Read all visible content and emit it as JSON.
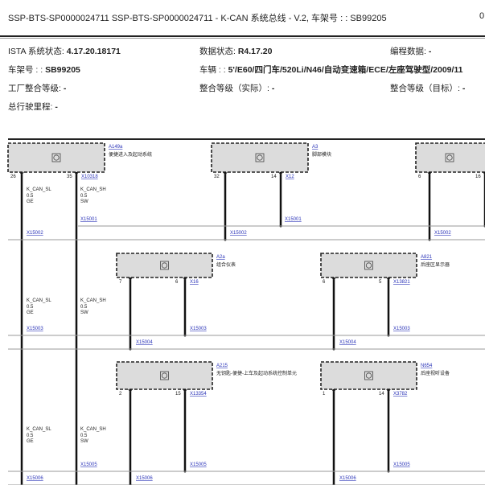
{
  "header": {
    "title": "SSP-BTS-SP0000024711 SSP-BTS-SP0000024711 - K-CAN 系统总线 - V.2, 车架号 : : SB99205",
    "page_number": "0"
  },
  "info": {
    "ista_label": "ISTA 系统状态: ",
    "ista_value": "4.17.20.18171",
    "data_label": "数据状态: ",
    "data_value": "R4.17.20",
    "prog_label": "编程数据: ",
    "prog_value": "-",
    "vin_label": "车架号 : : ",
    "vin_value": "SB99205",
    "vehicle_label": "车辆 : : ",
    "vehicle_value": "5'/E60/四门车/520Li/N46/自动变速箱/ECE/左座驾驶型/2009/11",
    "factory_label": "工厂整合等级: ",
    "factory_value": "-",
    "actual_label": "整合等级（实际）: ",
    "actual_value": "-",
    "target_label": "整合等级（目标）: ",
    "target_value": "-",
    "mileage_label": "总行驶里程: ",
    "mileage_value": "-"
  },
  "modules": [
    {
      "id": "A149a",
      "name": "便捷进入及起动系统",
      "pin_sl": "26",
      "pin_sh": "35",
      "connector": "X10318"
    },
    {
      "id": "A3",
      "name": "脚部模块",
      "pin_sl": "32",
      "pin_sh": "14",
      "connector": "X12"
    },
    {
      "pin_sl": "6",
      "pin_sh": "16"
    },
    {
      "id": "A2a",
      "name": "组合仪表",
      "pin_sl": "7",
      "pin_sh": "6",
      "connector": "X16"
    },
    {
      "id": "A821",
      "name": "后座区显示器",
      "pin_sl": "6",
      "pin_sh": "5",
      "connector": "X13821"
    },
    {
      "id": "A215",
      "name": "无钥匙-便捷-上车及起动系统控制单元",
      "pin_sl": "2",
      "pin_sh": "15",
      "connector": "X13354"
    },
    {
      "id": "N654",
      "name": "后座视听设备",
      "pin_sl": "1",
      "pin_sh": "14",
      "connector": "X3782"
    }
  ],
  "wires": {
    "sl": {
      "name": "K_CAN_SL",
      "size": "0.5",
      "color": "GE"
    },
    "sh": {
      "name": "K_CAN_SH",
      "size": "0.5",
      "color": "SW"
    }
  },
  "splices": [
    "X15001",
    "X15002",
    "X15003",
    "X15004",
    "X15005",
    "X15006"
  ],
  "colors": {
    "link": "#2a33b8",
    "box_fill": "#dcdcdc"
  }
}
